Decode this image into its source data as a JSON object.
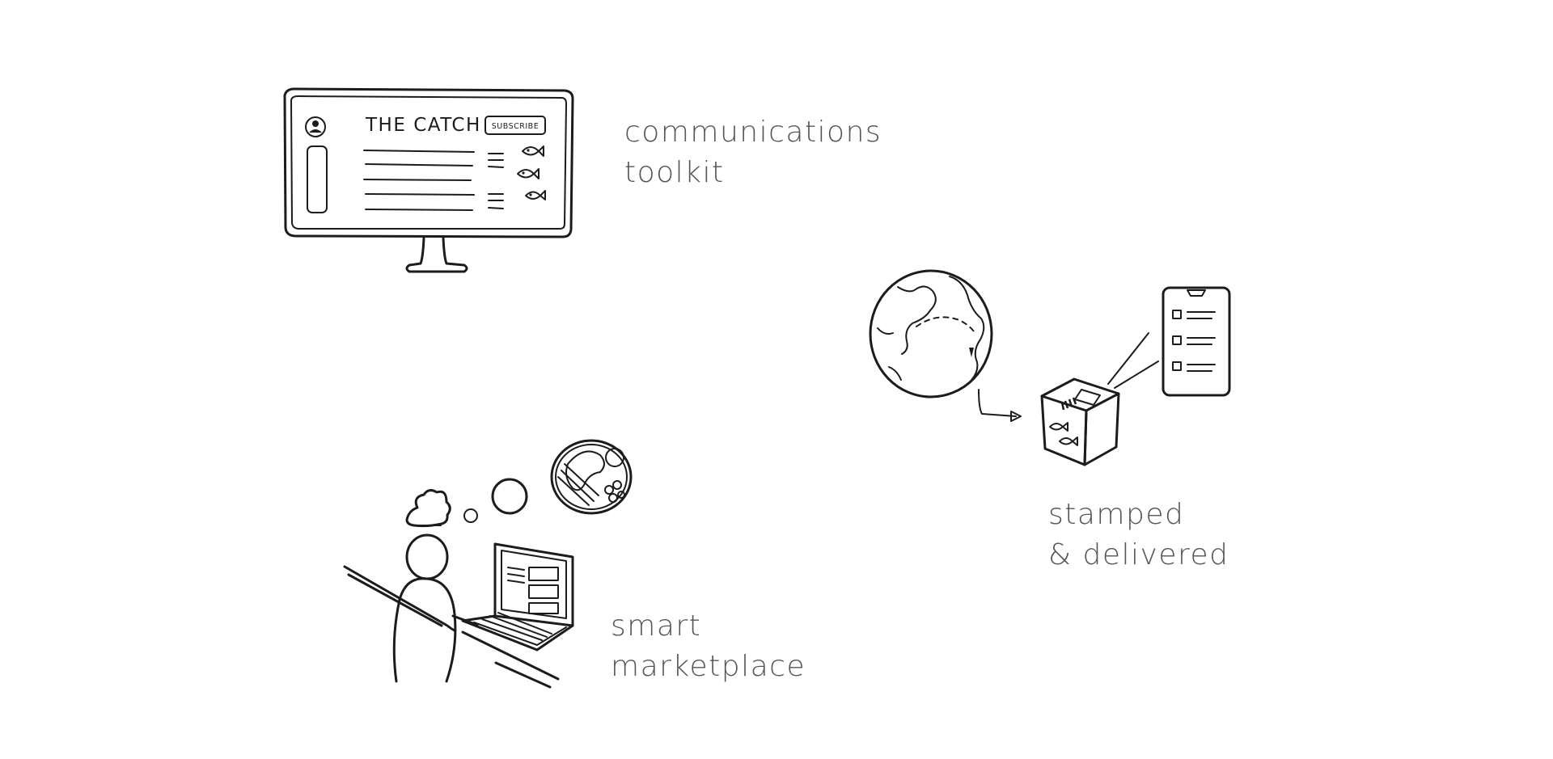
{
  "sections": {
    "communications": {
      "line1": "communications",
      "line2": "toolkit"
    },
    "delivery": {
      "line1": "stamped",
      "line2": "& delivered"
    },
    "marketplace": {
      "line1": "smart",
      "line2": "marketplace"
    }
  },
  "monitor_screen": {
    "brand": "THE CATCH",
    "subscribe_label": "SUBSCRIBE"
  },
  "icons": {
    "monitor": "desktop-monitor-icon",
    "globe": "globe-icon",
    "box": "package-box-icon",
    "phone": "phone-checklist-icon",
    "chef": "chef-icon",
    "laptop": "laptop-icon",
    "dish": "dish-icon"
  },
  "colors": {
    "ink": "#1c1c1c",
    "label": "#555555",
    "background": "#ffffff"
  }
}
